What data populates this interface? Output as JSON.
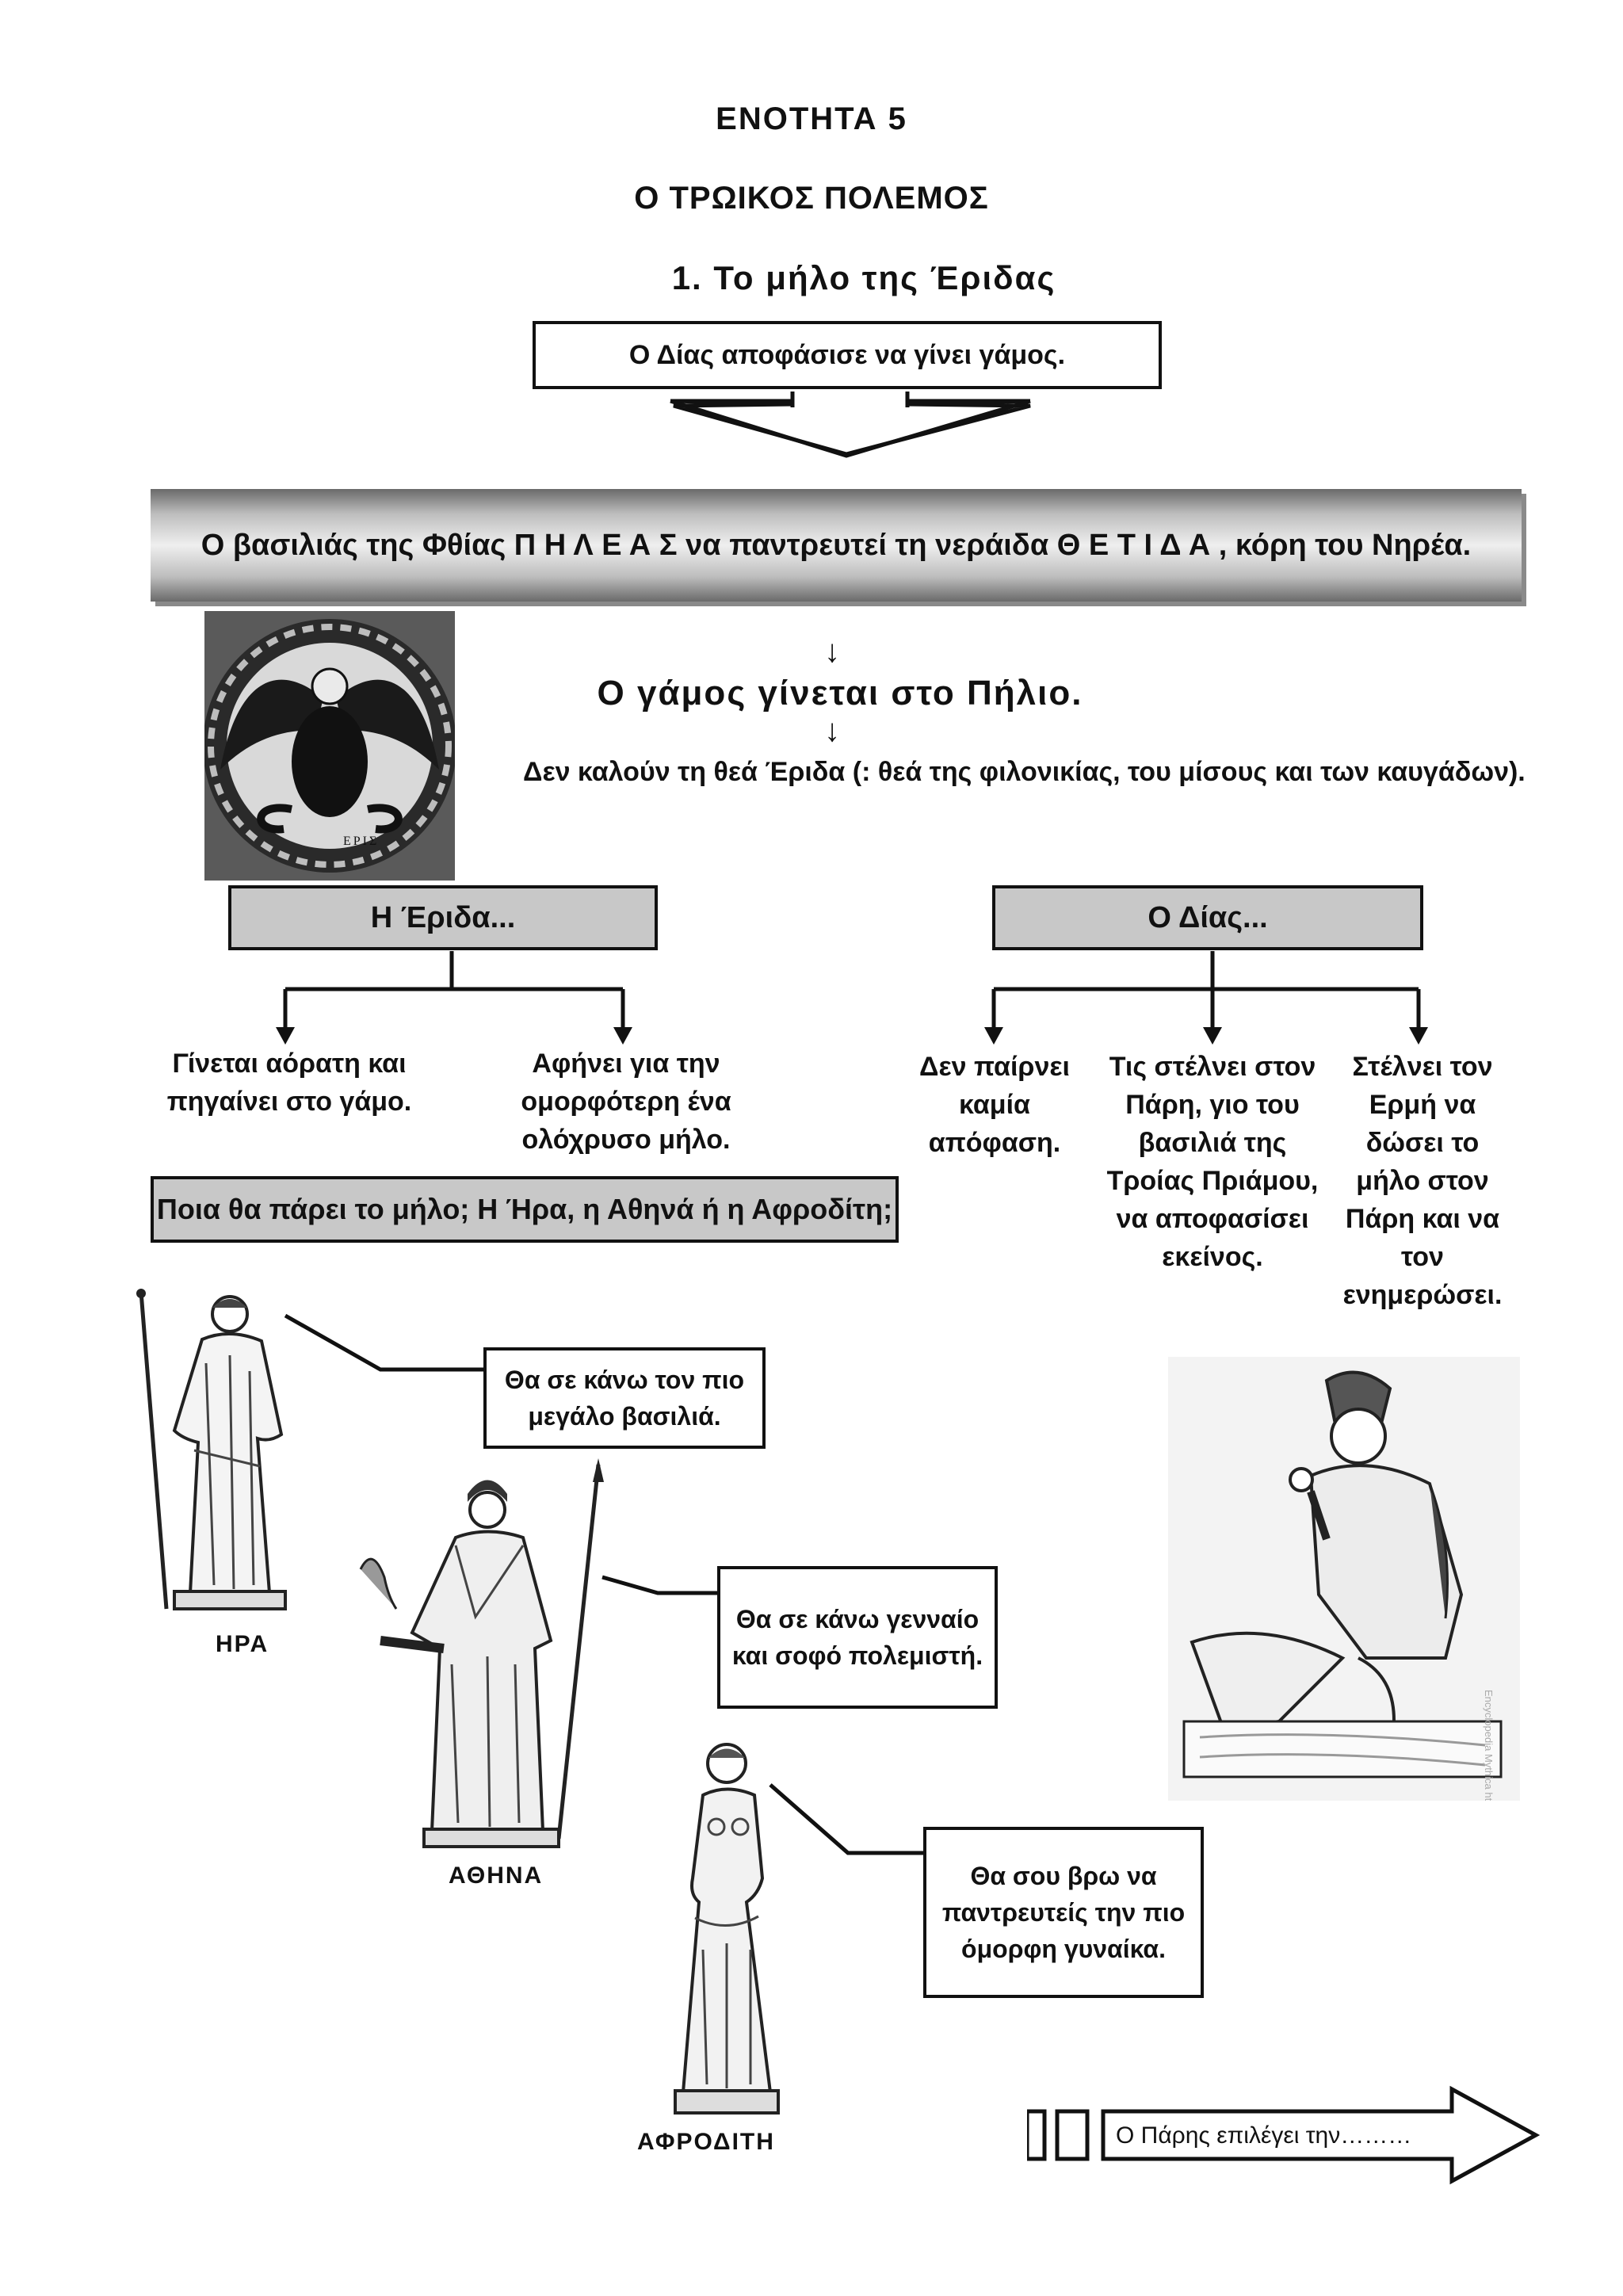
{
  "header": {
    "unit": "ΕΝΟΤΗΤΑ 5",
    "title": "Ο ΤΡΩΙΚΟΣ ΠΟΛΕΜΟΣ",
    "section": "1.  Το μήλο της Έριδας"
  },
  "flow": {
    "top_box": "Ο Δίας αποφάσισε να γίνει γάμος.",
    "banner": "Ο βασιλιάς της Φθίας  Π Η Λ Ε Α Σ  να παντρευτεί τη νεράιδα  Θ Ε Τ Ι Δ Α , κόρη του Νηρέα.",
    "arrow": "↓",
    "wedding": "Ο γάμος γίνεται στο Πήλιο.",
    "not_invited": "Δεν καλούν τη θεά Έριδα (: θεά της φιλονικίας, του μίσους και των καυγάδων)."
  },
  "eris_plate_label": "ΕΡΙΣ",
  "eris_branch": {
    "heading": "Η Έριδα...",
    "items": [
      "Γίνεται αόρατη και πηγαίνει στο γάμο.",
      "Αφήνει για την ομορφότερη ένα ολόχρυσο μήλο."
    ],
    "question": "Ποια θα πάρει το μήλο; Η Ήρα, η Αθηνά ή η Αφροδίτη;"
  },
  "zeus_branch": {
    "heading": "Ο Δίας...",
    "items": [
      "Δεν παίρνει καμία απόφαση.",
      "Τις στέλνει στον Πάρη, γιο του βασιλιά της Τροίας Πριάμου, να αποφασίσει εκείνος.",
      "Στέλνει τον Ερμή να δώσει το μήλο στον Πάρη και να τον ενημερώσει."
    ]
  },
  "goddesses": [
    {
      "name": "ΗΡΑ",
      "offer": "Θα σε κάνω τον πιο μεγάλο βασιλιά."
    },
    {
      "name": "ΑΘΗΝΑ",
      "offer": "Θα σε κάνω γενναίο και σοφό πολεμιστή."
    },
    {
      "name": "ΑΦΡΟΔΙΤΗ",
      "offer": "Θα σου βρω να παντρευτείς την πιο όμορφη γυναίκα."
    }
  ],
  "paris_watermark": "Encyclopedia Mythica http://www.pantheon.org/",
  "final_arrow": "Ο Πάρης επιλέγει την………"
}
